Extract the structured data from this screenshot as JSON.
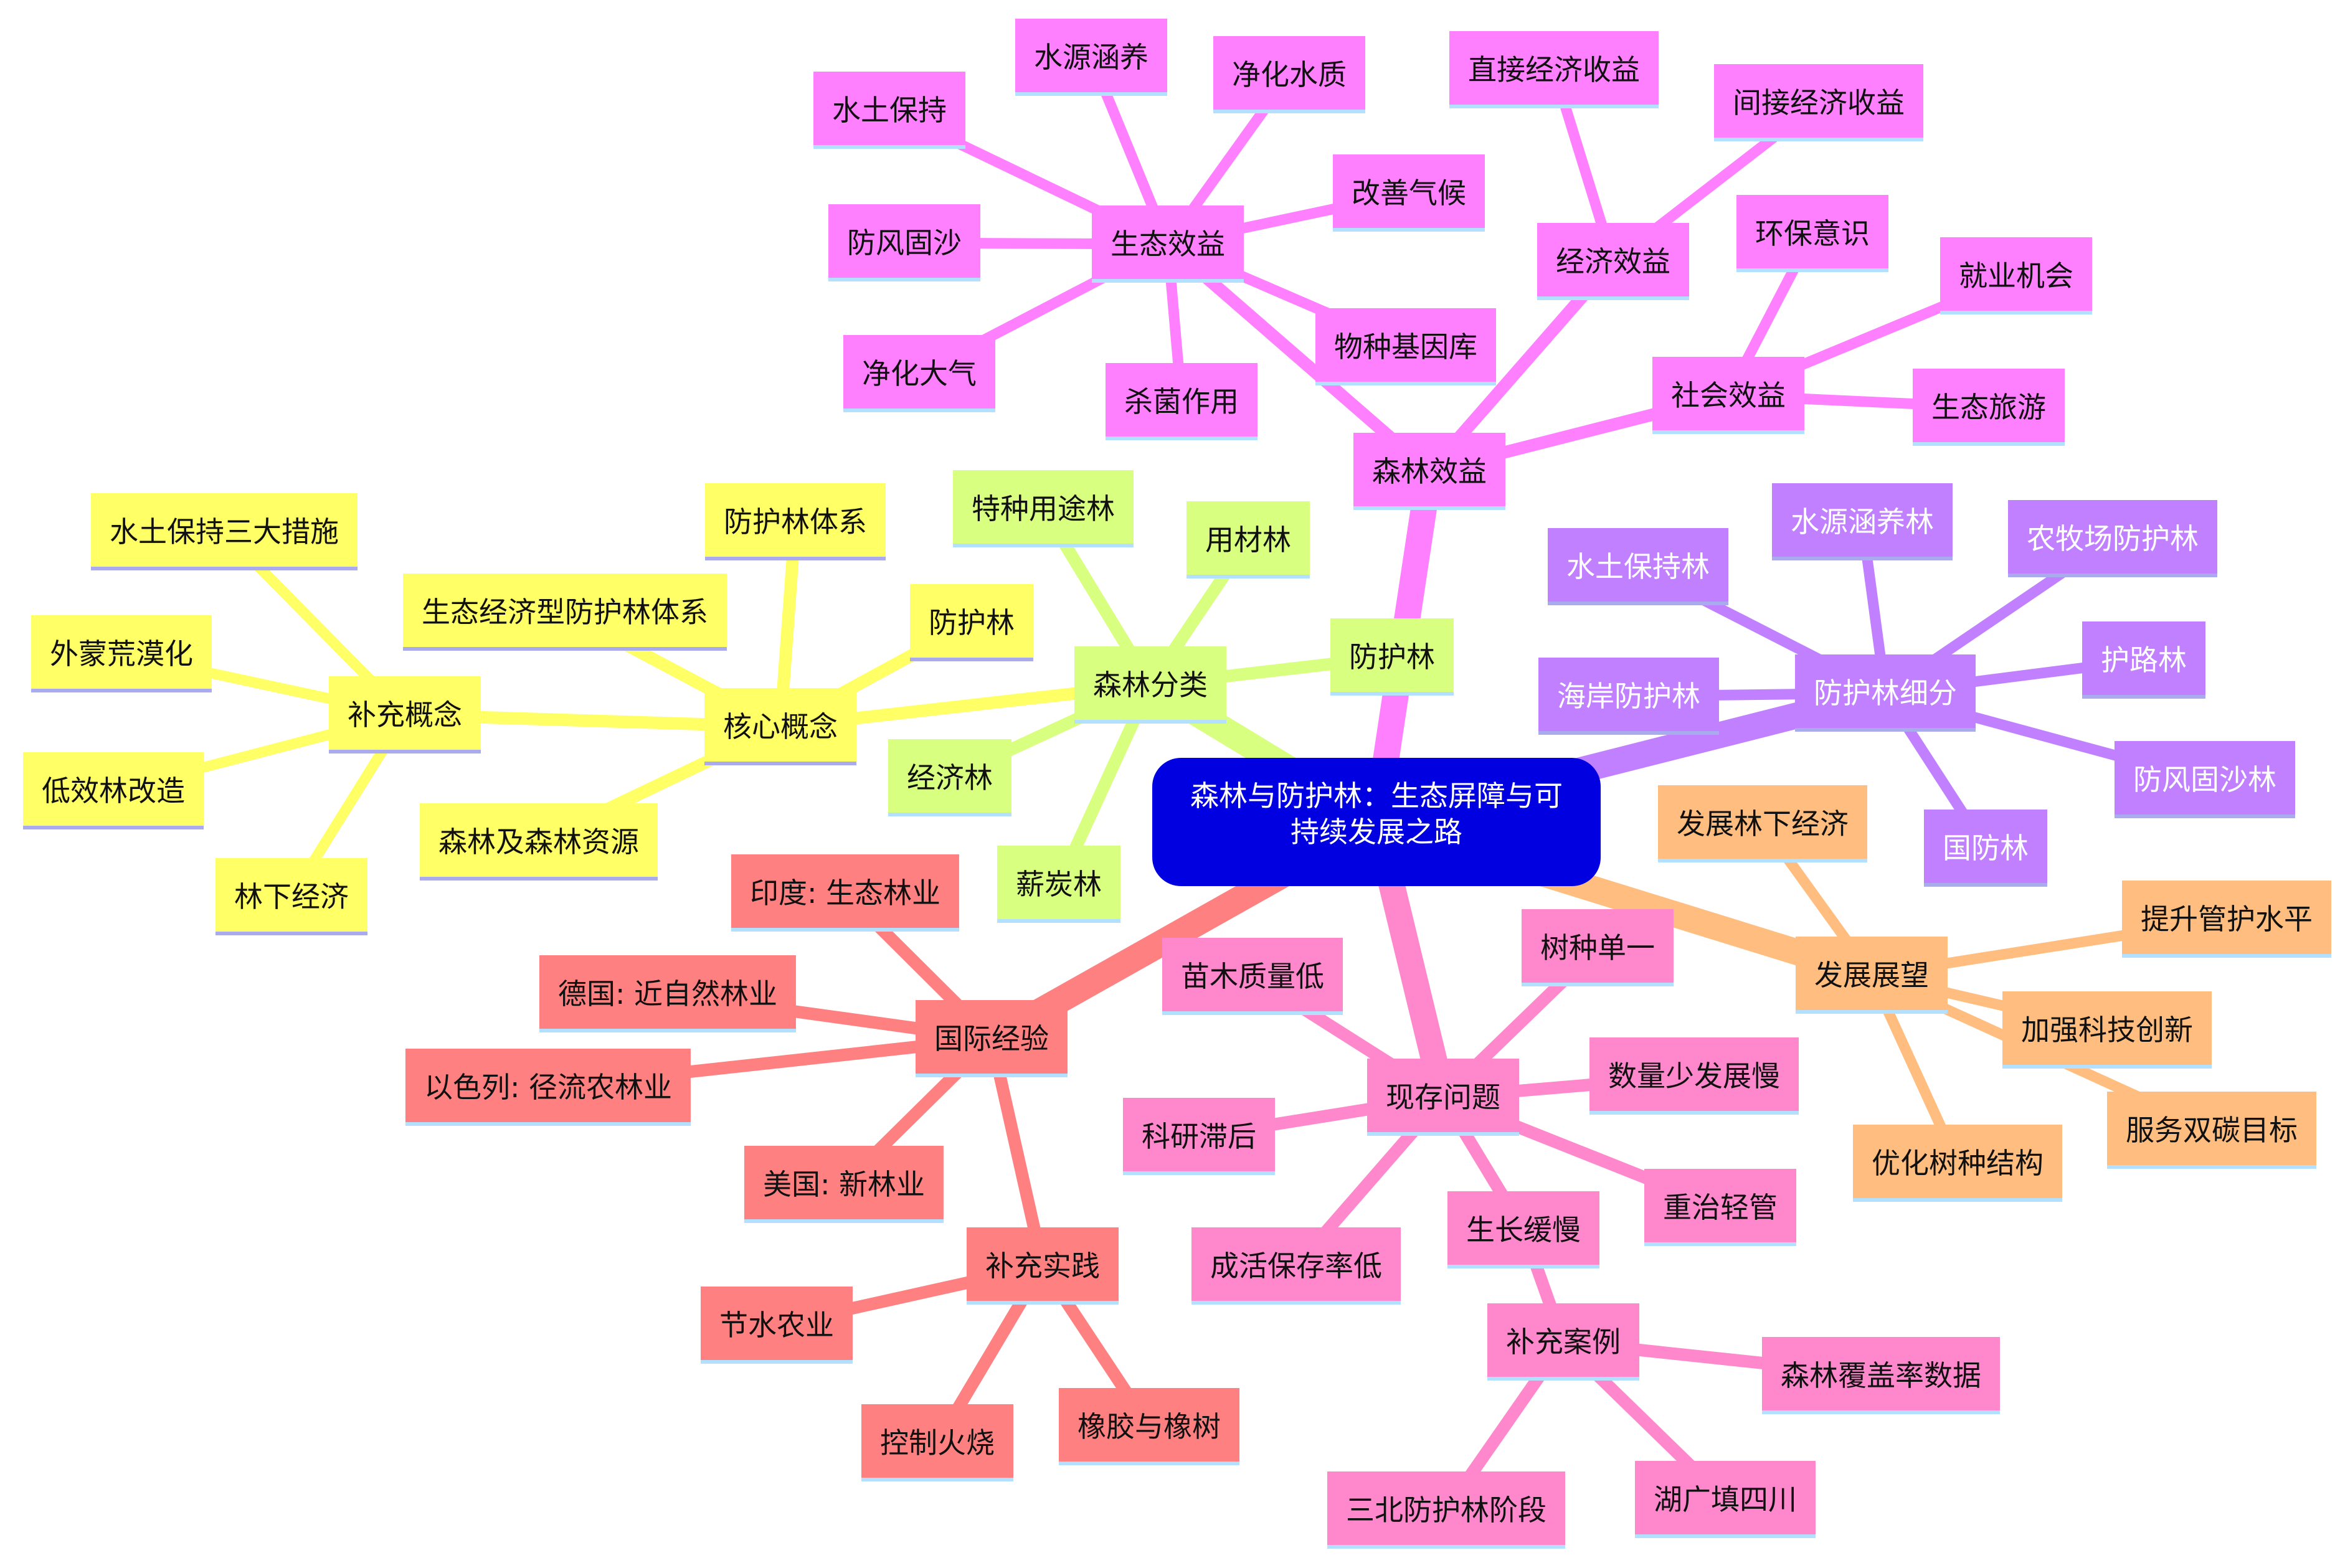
{
  "title": "森林与防护林：生态屏障与可持续发展之路",
  "colors": {
    "root": "#0000e0",
    "benefits": "#ff80ff",
    "classification": "#d9ff80",
    "core": "#ffff66",
    "shelterbelt": "#c080ff",
    "problems": "#ff88cc",
    "outlook": "#ffbe80",
    "international": "#ff8080",
    "underline": "#b3e0ff"
  },
  "nodes": [
    {
      "id": "root",
      "label": "森林与防护林：生态屏障与可持续发展之路",
      "group": "root"
    },
    {
      "id": "forest_benefits",
      "label": "森林效益",
      "group": "benefits"
    },
    {
      "id": "eco_benefits",
      "label": "生态效益",
      "group": "benefits"
    },
    {
      "id": "water_soil",
      "label": "水土保持",
      "group": "benefits"
    },
    {
      "id": "water_conservation",
      "label": "水源涵养",
      "group": "benefits"
    },
    {
      "id": "purify_water",
      "label": "净化水质",
      "group": "benefits"
    },
    {
      "id": "improve_climate",
      "label": "改善气候",
      "group": "benefits"
    },
    {
      "id": "windbreak_sand",
      "label": "防风固沙",
      "group": "benefits"
    },
    {
      "id": "purify_air",
      "label": "净化大气",
      "group": "benefits"
    },
    {
      "id": "sterilize",
      "label": "杀菌作用",
      "group": "benefits"
    },
    {
      "id": "gene_bank",
      "label": "物种基因库",
      "group": "benefits"
    },
    {
      "id": "econ_benefits",
      "label": "经济效益",
      "group": "benefits"
    },
    {
      "id": "direct_income",
      "label": "直接经济收益",
      "group": "benefits"
    },
    {
      "id": "indirect_income",
      "label": "间接经济收益",
      "group": "benefits"
    },
    {
      "id": "social_benefits",
      "label": "社会效益",
      "group": "benefits"
    },
    {
      "id": "env_awareness",
      "label": "环保意识",
      "group": "benefits"
    },
    {
      "id": "jobs",
      "label": "就业机会",
      "group": "benefits"
    },
    {
      "id": "eco_tourism",
      "label": "生态旅游",
      "group": "benefits"
    },
    {
      "id": "forest_class",
      "label": "森林分类",
      "group": "classification"
    },
    {
      "id": "special_forest",
      "label": "特种用途林",
      "group": "classification"
    },
    {
      "id": "timber_forest",
      "label": "用材林",
      "group": "classification"
    },
    {
      "id": "shelter_forest",
      "label": "防护林",
      "group": "classification"
    },
    {
      "id": "economic_forest",
      "label": "经济林",
      "group": "classification"
    },
    {
      "id": "fuel_forest",
      "label": "薪炭林",
      "group": "classification"
    },
    {
      "id": "core_concepts",
      "label": "核心概念",
      "group": "core"
    },
    {
      "id": "shelter_system",
      "label": "防护林体系",
      "group": "core"
    },
    {
      "id": "eco_econ_system",
      "label": "生态经济型防护林体系",
      "group": "core"
    },
    {
      "id": "core_shelter",
      "label": "防护林",
      "group": "core"
    },
    {
      "id": "forest_resources",
      "label": "森林及森林资源",
      "group": "core"
    },
    {
      "id": "supp_concepts",
      "label": "补充概念",
      "group": "core"
    },
    {
      "id": "three_measures",
      "label": "水土保持三大措施",
      "group": "core"
    },
    {
      "id": "mongolia_desert",
      "label": "外蒙荒漠化",
      "group": "core"
    },
    {
      "id": "low_eff_reform",
      "label": "低效林改造",
      "group": "core"
    },
    {
      "id": "understory_econ",
      "label": "林下经济",
      "group": "core"
    },
    {
      "id": "shelter_detail",
      "label": "防护林细分",
      "group": "shelterbelt"
    },
    {
      "id": "sb_water_soil",
      "label": "水土保持林",
      "group": "shelterbelt"
    },
    {
      "id": "sb_water_source",
      "label": "水源涵养林",
      "group": "shelterbelt"
    },
    {
      "id": "sb_farmland",
      "label": "农牧场防护林",
      "group": "shelterbelt"
    },
    {
      "id": "sb_coastal",
      "label": "海岸防护林",
      "group": "shelterbelt"
    },
    {
      "id": "sb_road",
      "label": "护路林",
      "group": "shelterbelt"
    },
    {
      "id": "sb_windbreak",
      "label": "防风固沙林",
      "group": "shelterbelt"
    },
    {
      "id": "sb_national",
      "label": "国防林",
      "group": "shelterbelt"
    },
    {
      "id": "outlook",
      "label": "发展展望",
      "group": "outlook"
    },
    {
      "id": "ol_understory",
      "label": "发展林下经济",
      "group": "outlook"
    },
    {
      "id": "ol_management",
      "label": "提升管护水平",
      "group": "outlook"
    },
    {
      "id": "ol_tech",
      "label": "加强科技创新",
      "group": "outlook"
    },
    {
      "id": "ol_carbon",
      "label": "服务双碳目标",
      "group": "outlook"
    },
    {
      "id": "ol_species",
      "label": "优化树种结构",
      "group": "outlook"
    },
    {
      "id": "problems",
      "label": "现存问题",
      "group": "problems"
    },
    {
      "id": "pr_single_species",
      "label": "树种单一",
      "group": "problems"
    },
    {
      "id": "pr_seedling",
      "label": "苗木质量低",
      "group": "problems"
    },
    {
      "id": "pr_few_slow",
      "label": "数量少发展慢",
      "group": "problems"
    },
    {
      "id": "pr_research",
      "label": "科研滞后",
      "group": "problems"
    },
    {
      "id": "pr_manage",
      "label": "重治轻管",
      "group": "problems"
    },
    {
      "id": "pr_slow_growth",
      "label": "生长缓慢",
      "group": "problems"
    },
    {
      "id": "pr_survival",
      "label": "成活保存率低",
      "group": "problems"
    },
    {
      "id": "supp_cases",
      "label": "补充案例",
      "group": "problems"
    },
    {
      "id": "cs_coverage",
      "label": "森林覆盖率数据",
      "group": "problems"
    },
    {
      "id": "cs_sanbei",
      "label": "三北防护林阶段",
      "group": "problems"
    },
    {
      "id": "cs_huguang",
      "label": "湖广填四川",
      "group": "problems"
    },
    {
      "id": "intl",
      "label": "国际经验",
      "group": "international"
    },
    {
      "id": "in_india",
      "label": "印度: 生态林业",
      "group": "international"
    },
    {
      "id": "in_germany",
      "label": "德国: 近自然林业",
      "group": "international"
    },
    {
      "id": "in_israel",
      "label": "以色列: 径流农林业",
      "group": "international"
    },
    {
      "id": "in_usa",
      "label": "美国: 新林业",
      "group": "international"
    },
    {
      "id": "supp_practice",
      "label": "补充实践",
      "group": "international"
    },
    {
      "id": "pc_water_saving",
      "label": "节水农业",
      "group": "international"
    },
    {
      "id": "pc_fire",
      "label": "控制火烧",
      "group": "international"
    },
    {
      "id": "pc_rubber",
      "label": "橡胶与橡树",
      "group": "international"
    }
  ],
  "edges": [
    [
      "root",
      "forest_benefits"
    ],
    [
      "root",
      "forest_class"
    ],
    [
      "root",
      "shelter_detail"
    ],
    [
      "root",
      "outlook"
    ],
    [
      "root",
      "problems"
    ],
    [
      "root",
      "intl"
    ],
    [
      "forest_benefits",
      "eco_benefits"
    ],
    [
      "forest_benefits",
      "econ_benefits"
    ],
    [
      "forest_benefits",
      "social_benefits"
    ],
    [
      "eco_benefits",
      "water_soil"
    ],
    [
      "eco_benefits",
      "water_conservation"
    ],
    [
      "eco_benefits",
      "purify_water"
    ],
    [
      "eco_benefits",
      "improve_climate"
    ],
    [
      "eco_benefits",
      "windbreak_sand"
    ],
    [
      "eco_benefits",
      "purify_air"
    ],
    [
      "eco_benefits",
      "sterilize"
    ],
    [
      "eco_benefits",
      "gene_bank"
    ],
    [
      "econ_benefits",
      "direct_income"
    ],
    [
      "econ_benefits",
      "indirect_income"
    ],
    [
      "social_benefits",
      "env_awareness"
    ],
    [
      "social_benefits",
      "jobs"
    ],
    [
      "social_benefits",
      "eco_tourism"
    ],
    [
      "forest_class",
      "special_forest"
    ],
    [
      "forest_class",
      "timber_forest"
    ],
    [
      "forest_class",
      "shelter_forest"
    ],
    [
      "forest_class",
      "economic_forest"
    ],
    [
      "forest_class",
      "fuel_forest"
    ],
    [
      "forest_class",
      "core_concepts"
    ],
    [
      "core_concepts",
      "shelter_system"
    ],
    [
      "core_concepts",
      "eco_econ_system"
    ],
    [
      "core_concepts",
      "core_shelter"
    ],
    [
      "core_concepts",
      "forest_resources"
    ],
    [
      "core_concepts",
      "supp_concepts"
    ],
    [
      "supp_concepts",
      "three_measures"
    ],
    [
      "supp_concepts",
      "mongolia_desert"
    ],
    [
      "supp_concepts",
      "low_eff_reform"
    ],
    [
      "supp_concepts",
      "understory_econ"
    ],
    [
      "shelter_detail",
      "sb_water_soil"
    ],
    [
      "shelter_detail",
      "sb_water_source"
    ],
    [
      "shelter_detail",
      "sb_farmland"
    ],
    [
      "shelter_detail",
      "sb_coastal"
    ],
    [
      "shelter_detail",
      "sb_road"
    ],
    [
      "shelter_detail",
      "sb_windbreak"
    ],
    [
      "shelter_detail",
      "sb_national"
    ],
    [
      "outlook",
      "ol_understory"
    ],
    [
      "outlook",
      "ol_management"
    ],
    [
      "outlook",
      "ol_tech"
    ],
    [
      "outlook",
      "ol_carbon"
    ],
    [
      "outlook",
      "ol_species"
    ],
    [
      "problems",
      "pr_single_species"
    ],
    [
      "problems",
      "pr_seedling"
    ],
    [
      "problems",
      "pr_few_slow"
    ],
    [
      "problems",
      "pr_research"
    ],
    [
      "problems",
      "pr_manage"
    ],
    [
      "problems",
      "pr_slow_growth"
    ],
    [
      "problems",
      "pr_survival"
    ],
    [
      "pr_slow_growth",
      "supp_cases"
    ],
    [
      "supp_cases",
      "cs_coverage"
    ],
    [
      "supp_cases",
      "cs_sanbei"
    ],
    [
      "supp_cases",
      "cs_huguang"
    ],
    [
      "intl",
      "in_india"
    ],
    [
      "intl",
      "in_germany"
    ],
    [
      "intl",
      "in_israel"
    ],
    [
      "intl",
      "in_usa"
    ],
    [
      "intl",
      "supp_practice"
    ],
    [
      "supp_practice",
      "pc_water_saving"
    ],
    [
      "supp_practice",
      "pc_fire"
    ],
    [
      "supp_practice",
      "pc_rubber"
    ]
  ]
}
